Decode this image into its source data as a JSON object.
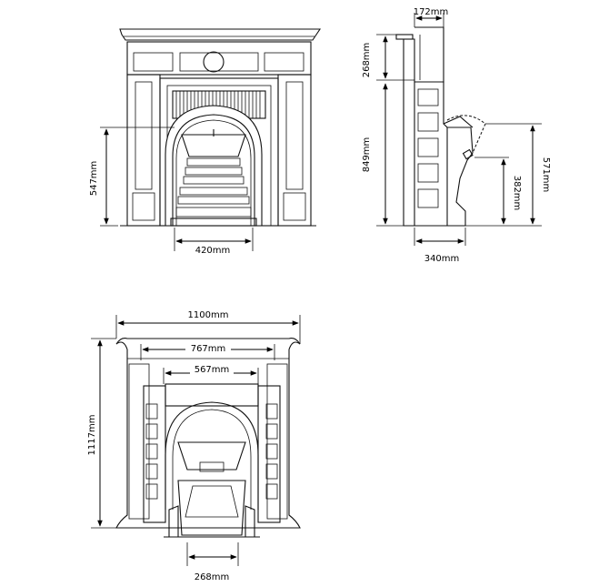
{
  "views": {
    "front": {
      "width_label": "420mm",
      "height_label": "547mm"
    },
    "side": {
      "top_depth_label": "172mm",
      "upper_height_label": "268mm",
      "lower_height_label": "849mm",
      "base_depth_label": "340mm",
      "hood_height_label": "571mm",
      "grate_height_label": "382mm"
    },
    "plan": {
      "overall_width_label": "1100mm",
      "outer_inner_width_label": "767mm",
      "inner_width_label": "567mm",
      "height_label": "1117mm",
      "bottom_width_label": "268mm"
    }
  }
}
